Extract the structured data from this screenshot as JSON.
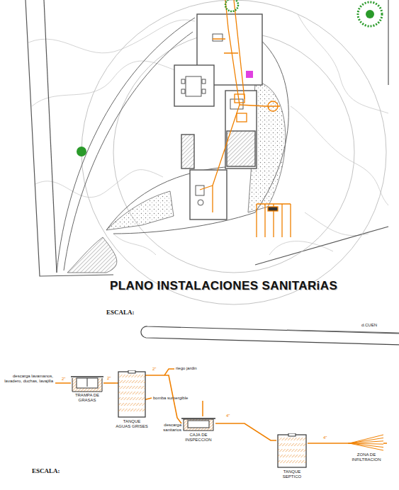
{
  "diagram": {
    "title": "PLANO INSTALACIONES SANITARiAS",
    "nodes": [
      {
        "text": [
          "TRAMPA DE GRASAS"
        ]
      },
      {
        "text": [
          "TANQUE AGUAS GRISES"
        ]
      },
      {
        "text": [
          "CAJA DE INSPECCION"
        ]
      },
      {
        "text": [
          "TANQUE SEPTICO"
        ]
      },
      {
        "text": [
          "ZONA DE INFILTRACION"
        ]
      }
    ],
    "edges": [
      {
        "from": 0,
        "to": 1,
        "arrow": "none"
      },
      {
        "from": 1,
        "to": 2,
        "arrow": "none"
      },
      {
        "from": 2,
        "to": 3,
        "arrow": "none"
      },
      {
        "from": 3,
        "to": 4,
        "arrow": "none"
      }
    ],
    "labels": [
      "ESCALA:",
      "ESCALA:",
      "d.CUEN",
      "descarga lavamanos, lavadero, duchas, lavajilla",
      "riego jardin",
      "bomba sumergible",
      "descarga sanitarios",
      "2\"",
      "2\"",
      "2\"",
      "4\"",
      "4\""
    ]
  }
}
